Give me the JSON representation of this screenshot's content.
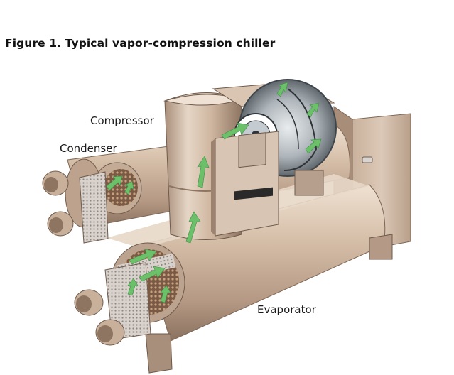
{
  "figure": {
    "title": "Figure 1. Typical vapor-compression chiller",
    "labels": {
      "compressor": "Compressor",
      "condenser": "Condenser",
      "evaporator": "Evaporator"
    }
  },
  "colors": {
    "metal_light": "#e4d3c2",
    "metal_mid": "#c6ab93",
    "metal_dark": "#8f7663",
    "shadow": "#6e5a4c",
    "flow_arrow": "#6cc06a",
    "panel": "#d7c3b1"
  },
  "icons": [
    "flow-arrow-icon",
    "control-panel",
    "compressor-impeller"
  ]
}
